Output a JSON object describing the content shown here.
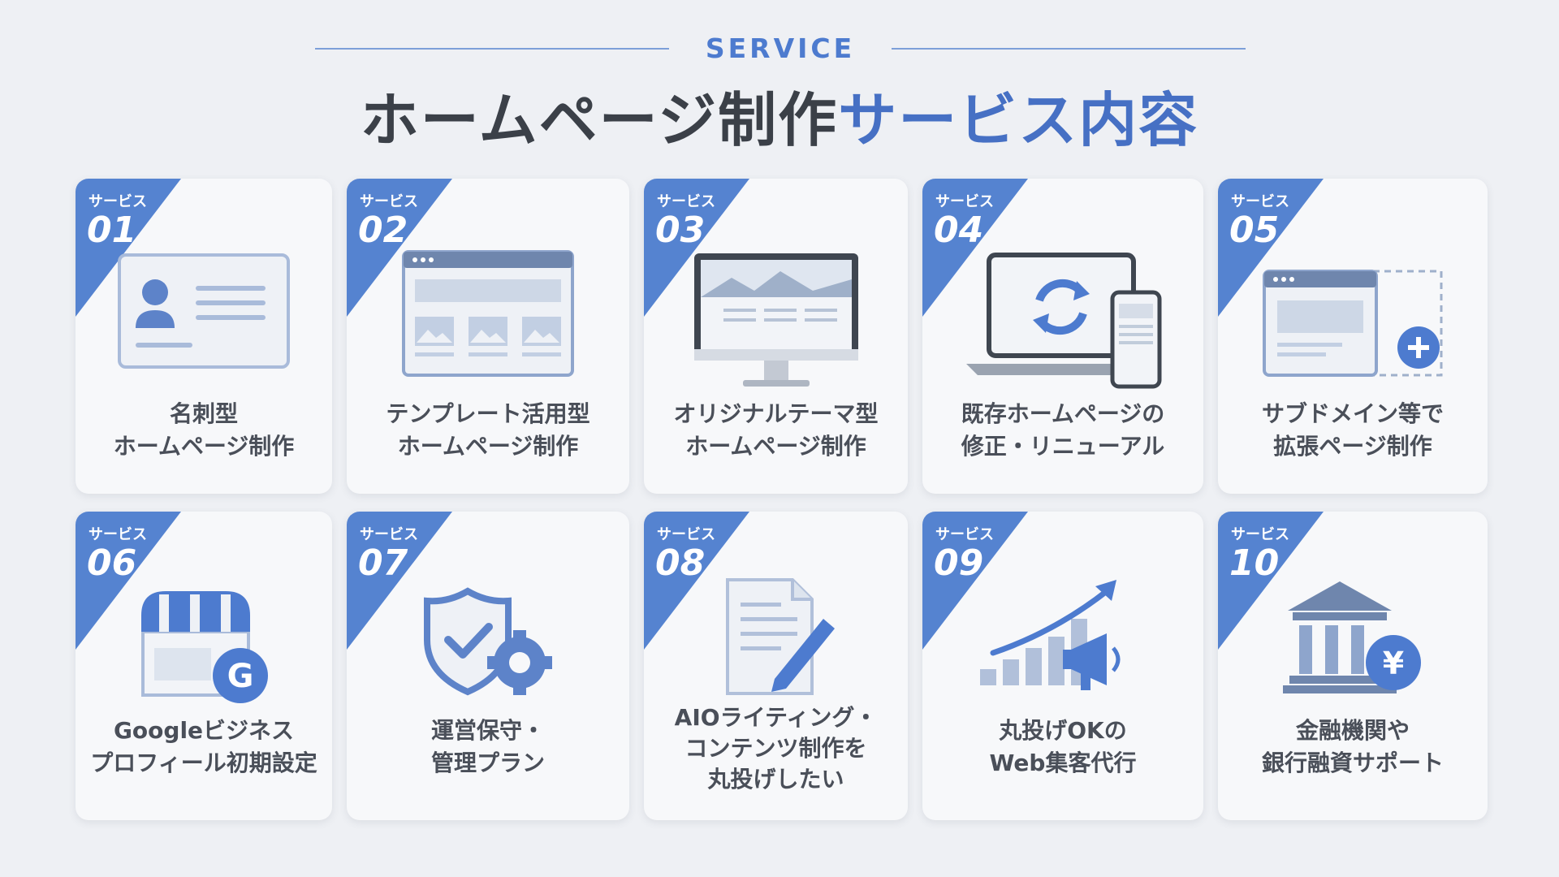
{
  "header": {
    "eyebrow": "SERVICE",
    "title_main": "ホームページ制作",
    "title_accent": "サービス内容"
  },
  "badge_label": "サービス",
  "colors": {
    "accent": "#5583d0",
    "icon": "#5d83c9",
    "text": "#4a4f59",
    "background": "#eef0f4"
  },
  "services": [
    {
      "num": "01",
      "line1": "名刺型",
      "line2": "ホームページ制作",
      "icon": "business-card-icon"
    },
    {
      "num": "02",
      "line1": "テンプレート活用型",
      "line2": "ホームページ制作",
      "icon": "browser-template-icon"
    },
    {
      "num": "03",
      "line1": "オリジナルテーマ型",
      "line2": "ホームページ制作",
      "icon": "desktop-monitor-icon"
    },
    {
      "num": "04",
      "line1": "既存ホームページの",
      "line2": "修正・リニューアル",
      "icon": "renewal-devices-icon"
    },
    {
      "num": "05",
      "line1": "サブドメイン等で",
      "line2": "拡張ページ制作",
      "icon": "expand-page-icon"
    },
    {
      "num": "06",
      "line1": "Googleビジネス",
      "line2": "プロフィール初期設定",
      "icon": "google-store-icon"
    },
    {
      "num": "07",
      "line1": "運営保守・",
      "line2": "管理プラン",
      "icon": "shield-gear-icon"
    },
    {
      "num": "08",
      "line1": "AIOライティング・",
      "line2": "コンテンツ制作を",
      "line3": "丸投げしたい",
      "icon": "document-pen-icon"
    },
    {
      "num": "09",
      "line1": "丸投げOKの",
      "line2": "Web集客代行",
      "icon": "growth-megaphone-icon"
    },
    {
      "num": "10",
      "line1": "金融機関や",
      "line2": "銀行融資サポート",
      "icon": "bank-yen-icon"
    }
  ]
}
